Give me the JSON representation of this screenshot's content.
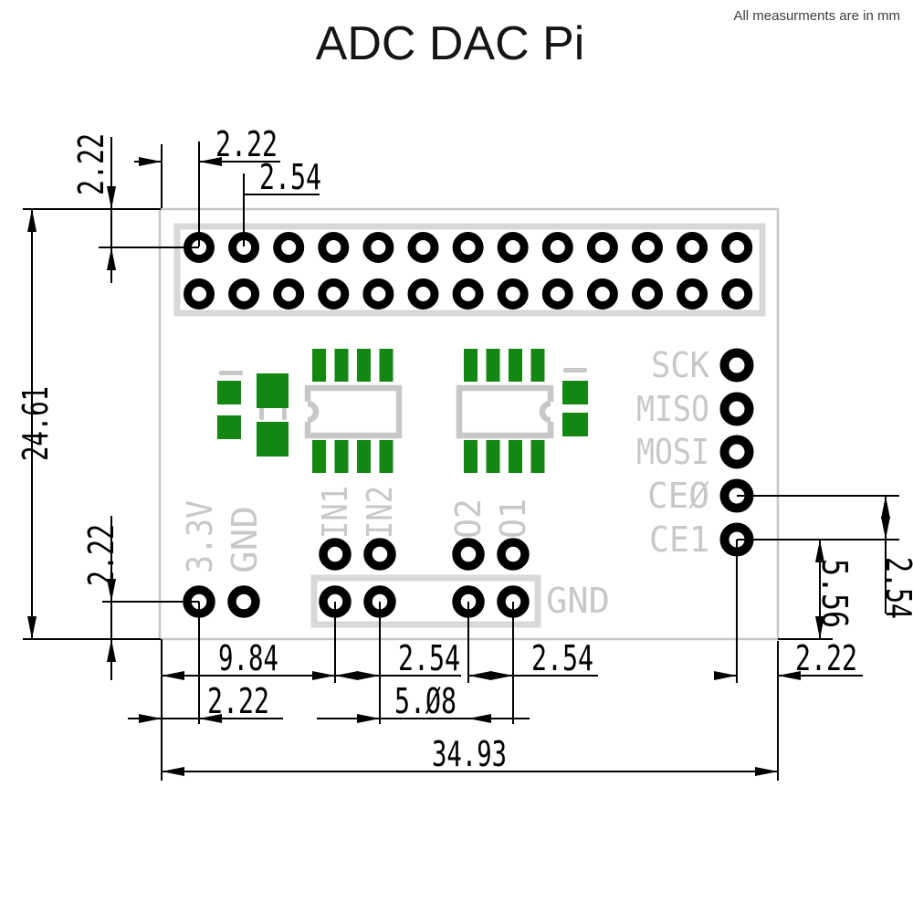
{
  "meta": {
    "note": "All measurments are in mm"
  },
  "title": "ADC DAC Pi",
  "silkscreen": {
    "spi_labels": [
      "SCK",
      "MISO",
      "MOSI",
      "CE0",
      "CE1"
    ],
    "power_labels": [
      "3.3V",
      "GND"
    ],
    "input_labels": [
      "IN1",
      "IN2"
    ],
    "output_labels": [
      "O2",
      "O1"
    ],
    "ground_label": "GND"
  },
  "dimensions_mm": {
    "top_edge_to_pin_row": "2.22",
    "left_edge_to_pin_col": "2.22",
    "pin_pitch": "2.54",
    "board_height": "24.61",
    "power_row_to_bottom_edge": "2.22",
    "left_edge_to_in1": "9.84",
    "in1_to_in2": "2.54",
    "o2_to_o1": "2.54",
    "left_edge_to_power_col": "2.22",
    "in2_to_o2": "5.08",
    "board_width": "34.93",
    "ce0_to_ce1": "2.54",
    "ce1_to_bottom_edge": "5.56",
    "ce1_to_right_edge": "2.22"
  },
  "colors": {
    "pad_green": "#148712",
    "silkscreen_gray": "#c8c8c8",
    "connector_outline_gray": "#d8d8d8",
    "board_edge_gray": "#c5c5c5",
    "dimension_black": "#000000"
  }
}
